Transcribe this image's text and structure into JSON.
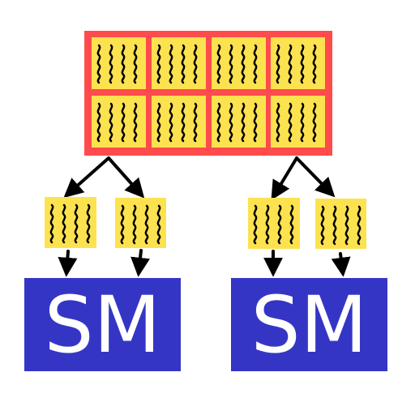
{
  "colors": {
    "grid_frame": "#ff4b4b",
    "block_fill": "#fde24f",
    "sm_fill": "#3535c5",
    "arrow": "#000000",
    "sm_text": "#ffffff",
    "squiggle": "#000000"
  },
  "icons": {
    "thread_block": "wavy-threads-icon",
    "arrow": "arrow-icon"
  },
  "grid": {
    "rows": 2,
    "columns": 4
  },
  "sm_units": [
    {
      "label": "SM",
      "assigned_blocks": 2
    },
    {
      "label": "SM",
      "assigned_blocks": 2
    }
  ]
}
